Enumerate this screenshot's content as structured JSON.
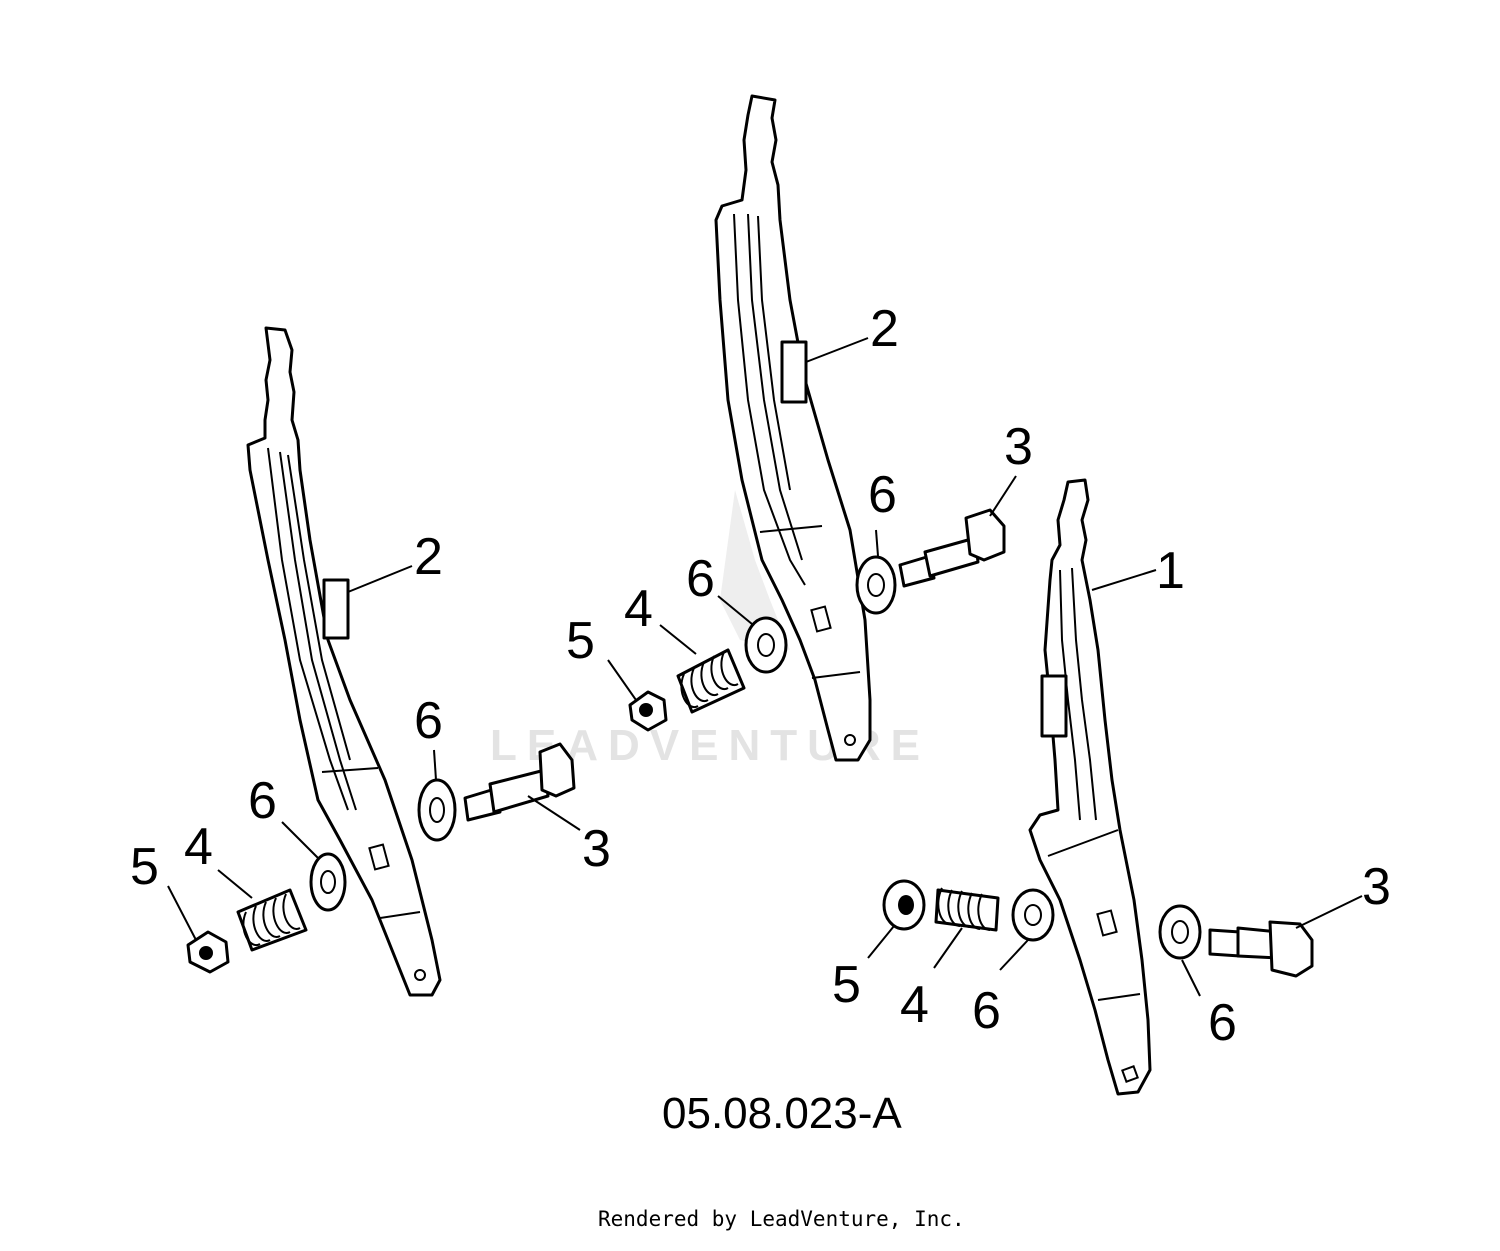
{
  "diagram": {
    "figure_id": "05.08.023-A",
    "credit": "Rendered by LeadVenture, Inc.",
    "watermark": "LEADVENTURE",
    "callouts": [
      {
        "key": "left-2",
        "label": "2"
      },
      {
        "key": "left-6a",
        "label": "6"
      },
      {
        "key": "left-3",
        "label": "3"
      },
      {
        "key": "left-6b",
        "label": "6"
      },
      {
        "key": "left-4",
        "label": "4"
      },
      {
        "key": "left-5",
        "label": "5"
      },
      {
        "key": "mid-2",
        "label": "2"
      },
      {
        "key": "mid-3",
        "label": "3"
      },
      {
        "key": "mid-6a",
        "label": "6"
      },
      {
        "key": "mid-6b",
        "label": "6"
      },
      {
        "key": "mid-4",
        "label": "4"
      },
      {
        "key": "mid-5",
        "label": "5"
      },
      {
        "key": "right-1",
        "label": "1"
      },
      {
        "key": "right-3",
        "label": "3"
      },
      {
        "key": "right-5",
        "label": "5"
      },
      {
        "key": "right-4",
        "label": "4"
      },
      {
        "key": "right-6a",
        "label": "6"
      },
      {
        "key": "right-6b",
        "label": "6"
      }
    ]
  }
}
